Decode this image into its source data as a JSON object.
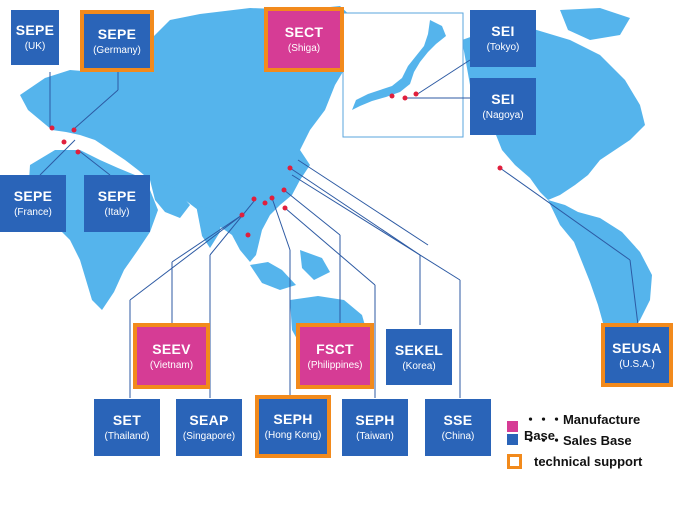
{
  "colors": {
    "land": "#55b4ec",
    "sales": "#2a64b8",
    "manufacture": "#d63c95",
    "technical": "#f28a1c",
    "base_dot": "#e01f3d",
    "connector": "#2d5aa3"
  },
  "bases": {
    "sepe_uk": {
      "code": "SEPE",
      "place": "(UK)"
    },
    "sepe_germany": {
      "code": "SEPE",
      "place": "(Germany)"
    },
    "sect_shiga": {
      "code": "SECT",
      "place": "(Shiga)"
    },
    "sei_tokyo": {
      "code": "SEI",
      "place": "(Tokyo)"
    },
    "sei_nagoya": {
      "code": "SEI",
      "place": "(Nagoya)"
    },
    "sepe_france": {
      "code": "SEPE",
      "place": "(France)"
    },
    "sepe_italy": {
      "code": "SEPE",
      "place": "(Italy)"
    },
    "seev_vietnam": {
      "code": "SEEV",
      "place": "(Vietnam)"
    },
    "fsct_phil": {
      "code": "FSCT",
      "place": "(Philippines)"
    },
    "sekel_korea": {
      "code": "SEKEL",
      "place": "(Korea)"
    },
    "seusa": {
      "code": "SEUSA",
      "place": "(U.S.A.)"
    },
    "set_thailand": {
      "code": "SET",
      "place": "(Thailand)"
    },
    "seap_sg": {
      "code": "SEAP",
      "place": "(Singapore)"
    },
    "seph_hk": {
      "code": "SEPH",
      "place": "(Hong Kong)"
    },
    "seph_taiwan": {
      "code": "SEPH",
      "place": "(Taiwan)"
    },
    "sse_china": {
      "code": "SSE",
      "place": "(China)"
    }
  },
  "legend": {
    "manufacture": "・・・Manufacture Base",
    "sales": "・・・Sales Base",
    "technical": "technical support"
  }
}
